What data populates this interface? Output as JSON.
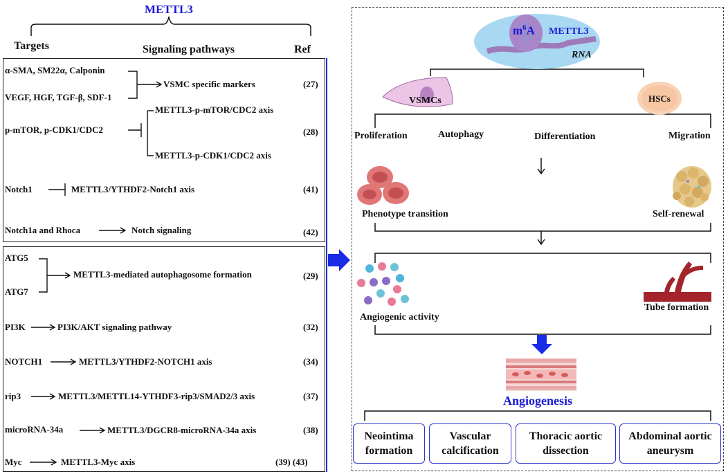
{
  "header": {
    "title": "METTL3"
  },
  "columns": {
    "targets": "Targets",
    "pathways": "Signaling pathways",
    "ref": "Ref"
  },
  "group1": [
    {
      "targets": [
        "α-SMA, SM22α, Calponin",
        "VEGF, HGF, TGF-β, SDF-1"
      ],
      "pathways": [
        "VSMC specific markers"
      ],
      "ref": "(27)"
    },
    {
      "targets": [
        "p-mTOR, p-CDK1/CDC2"
      ],
      "pathways": [
        "METTL3-p-mTOR/CDC2 axis",
        "METTL3-p-CDK1/CDC2 axis"
      ],
      "ref": "(28)"
    },
    {
      "targets": [
        "Notch1"
      ],
      "pathways": [
        "METTL3/YTHDF2-Notch1 axis"
      ],
      "ref": "(41)"
    },
    {
      "targets": [
        "Notch1a and Rhoca"
      ],
      "pathways": [
        "Notch signaling"
      ],
      "ref": "(42)"
    }
  ],
  "group2": [
    {
      "targets": [
        "ATG5",
        "ATG7"
      ],
      "pathways": [
        "METTL3-mediated autophagosome formation"
      ],
      "ref": "(29)"
    },
    {
      "targets": [
        "PI3K"
      ],
      "pathways": [
        "PI3K/AKT signaling pathway"
      ],
      "ref": "(32)"
    },
    {
      "targets": [
        "NOTCH1"
      ],
      "pathways": [
        "METTL3/YTHDF2-NOTCH1 axis"
      ],
      "ref": "(34)"
    },
    {
      "targets": [
        "rip3"
      ],
      "pathways": [
        "METTL3/METTL14-YTHDF3-rip3/SMAD2/3 axis"
      ],
      "ref": "(37)"
    },
    {
      "targets": [
        "microRNA-34a"
      ],
      "pathways": [
        "METTL3/DGCR8-microRNA-34a axis"
      ],
      "ref": "(38)"
    },
    {
      "targets": [
        "Myc"
      ],
      "pathways": [
        "METTL3-Myc axis"
      ],
      "ref": "(39) (43)"
    }
  ],
  "right": {
    "m6a_base": "m",
    "m6a_sup": "6",
    "m6a_tail": "A",
    "mettl3": "METTL3",
    "rna": "RNA",
    "vsmcs": "VSMCs",
    "hscs": "HSCs",
    "processes": [
      "Proliferation",
      "Autophagy",
      "Differentiation",
      "Migration"
    ],
    "phenotype": "Phenotype transition",
    "self_renewal": "Self-renewal",
    "angiogenic": "Angiogenic activity",
    "tube": "Tube formation",
    "angiogenesis": "Angiogenesis",
    "diseases": [
      "Neointima formation",
      "Vascular calcification",
      "Thoracic aortic dissection",
      "Abdominal aortic aneurysm"
    ]
  },
  "colors": {
    "accent_blue": "#1a1ad6",
    "cell_pink": "#e8bfe0",
    "hsc_orange": "#f5c9a8",
    "ellipse_blue": "#a9d8f2",
    "vessel_red": "#a3242a"
  }
}
